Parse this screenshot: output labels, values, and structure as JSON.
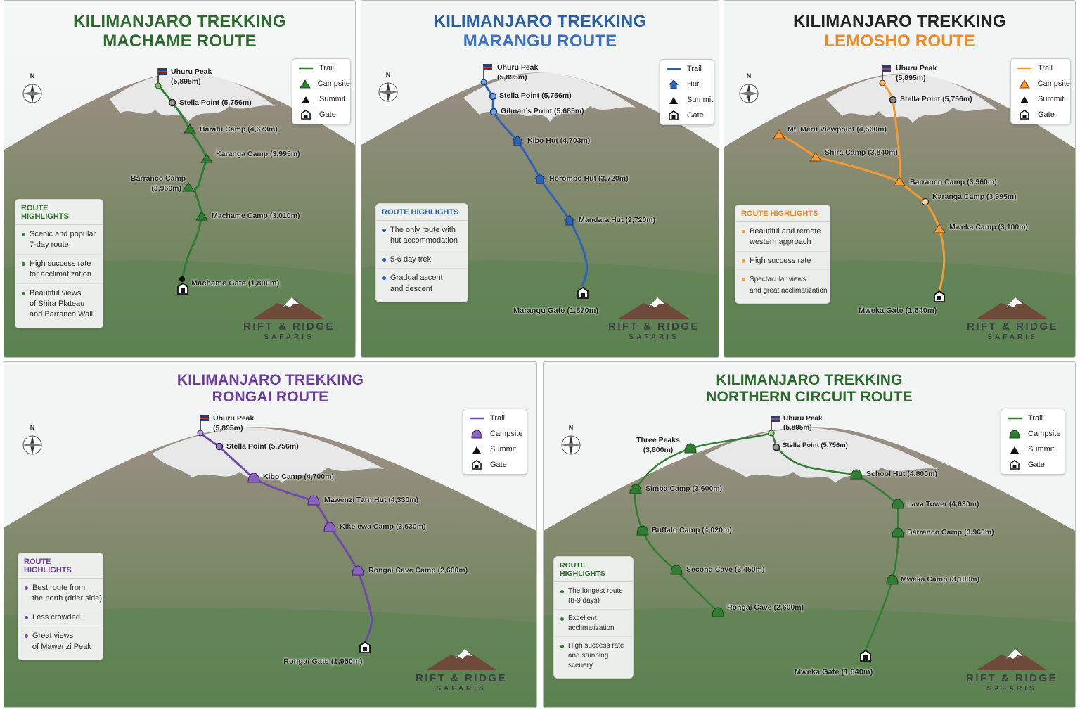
{
  "brand": {
    "name": "RIFT & RIDGE",
    "sub": "SAFARIS"
  },
  "compass_letter": "N",
  "panels": [
    {
      "id": "machame",
      "title_line1": "KILIMANJARO TREKKING",
      "title_line2": "MACHAME ROUTE",
      "title_color1": "#2d6a2e",
      "title_color2": "#2d6a2e",
      "route_color": "#2f7d32",
      "legend": [
        "Trail",
        "Campsite",
        "Summit",
        "Gate"
      ],
      "highlights_title": "ROUTE HIGHLIGHTS",
      "highlights": [
        "Scenic and popular\n7-day route",
        "High success rate\nfor acclimatization",
        "Beautiful views\nof Shira Plateau\nand Barranco Wall"
      ],
      "labels": [
        "Uhuru Peak\n(5,895m)",
        "Stella Point (5,756m)",
        "Barafu Camp (4,673m)",
        "Karanga Camp (3,995m)",
        "Barranco Camp\n(3,960m)",
        "Machame Camp (3,010m)",
        "Machame Gate (1,800m)"
      ]
    },
    {
      "id": "marangu",
      "title_line1": "KILIMANJARO TREKKING",
      "title_line2": "MARANGU ROUTE",
      "title_color1": "#2a5fa8",
      "title_color2": "#3b73c2",
      "route_color": "#2d62b8",
      "legend": [
        "Trail",
        "Hut",
        "Summit",
        "Gate"
      ],
      "highlights_title": "ROUTE HIGHLIGHTS",
      "highlights": [
        "The only route with\nhut accommodation",
        "5-6 day trek",
        "Gradual ascent\nand descent"
      ],
      "labels": [
        "Uhuru Peak\n(5,895m)",
        "Stella Point (5,756m)",
        "Gilman’s Point (5,685m)",
        "Kibo Hut (4,703m)",
        "Horombo Hut (3,720m)",
        "Mandara Hut (2,720m)",
        "Marangu Gate (1,870m)"
      ]
    },
    {
      "id": "lemosho",
      "title_line1": "KILIMANJARO TREKKING",
      "title_line2": "LEMOSHO ROUTE",
      "title_color1": "#222222",
      "title_color2": "#f08a24",
      "route_color": "#f39a35",
      "legend": [
        "Trail",
        "Campsite",
        "Summit",
        "Gate"
      ],
      "highlights_title": "ROUTE HIGHLIGHTS",
      "highlights": [
        "Beautiful and remote\nwestern approach",
        "High success rate",
        "Spectacular views\nand great acclimatization"
      ],
      "labels": [
        "Uhuru Peak\n(5,895m)",
        "Stella Point (5,756m)",
        "Mt. Meru Viewpoint (4,560m)",
        "Shira Camp (3,840m)",
        "Barranco Camp (3,960m)",
        "Karanga Camp (3,995m)",
        "Mweka Camp (3,100m)",
        "Mweka Gate (1,640m)"
      ]
    },
    {
      "id": "rongai",
      "title_line1": "KILIMANJARO TREKKING",
      "title_line2": "RONGAI ROUTE",
      "title_color1": "#6a3d9a",
      "title_color2": "#6a3d9a",
      "route_color": "#6e4aa8",
      "legend": [
        "Trail",
        "Campsite",
        "Summit",
        "Gate"
      ],
      "highlights_title": "ROUTE HIGHLIGHTS",
      "highlights": [
        "Best route from\nthe north (drier side)",
        "Less crowded",
        "Great views\nof Mawenzi Peak"
      ],
      "labels": [
        "Uhuru Peak\n(5,895m)",
        "Stella Point (5,756m)",
        "Kibo Camp (4,700m)",
        "Mawenzi Tarn Hut (4,330m)",
        "Kikelewa Camp (3,630m)",
        "Rongai Cave Camp (2,600m)",
        "Rongai Gate (1,950m)"
      ]
    },
    {
      "id": "northern",
      "title_line1": "KILIMANJARO TREKKING",
      "title_line2": "NORTHERN CIRCUIT ROUTE",
      "title_color1": "#2d6a2e",
      "title_color2": "#2d6a2e",
      "route_color": "#2f7d32",
      "legend": [
        "Trail",
        "Campsite",
        "Summit",
        "Gate"
      ],
      "highlights_title": "ROUTE HIGHLIGHTS",
      "highlights": [
        "The longest route\n(8-9 days)",
        "Excellent\nacclimatization",
        "High success rate\nand stunning\nscenery"
      ],
      "labels": [
        "Uhuru Peak\n(5,895m)",
        "Stella Point (5,756m)",
        "Three Peaks\n(3,800m)",
        "Simba Camp (3,600m)",
        "Buffalo Camp (4,020m)",
        "Second Cave (3,450m)",
        "Rongai Cave (2,600m)",
        "School Hut (4,800m)",
        "Lava Tower (4,630m)",
        "Barranco Camp (3,960m)",
        "Mweka Camp (3,100m)",
        "Mweka Gate (1,640m)"
      ]
    }
  ]
}
